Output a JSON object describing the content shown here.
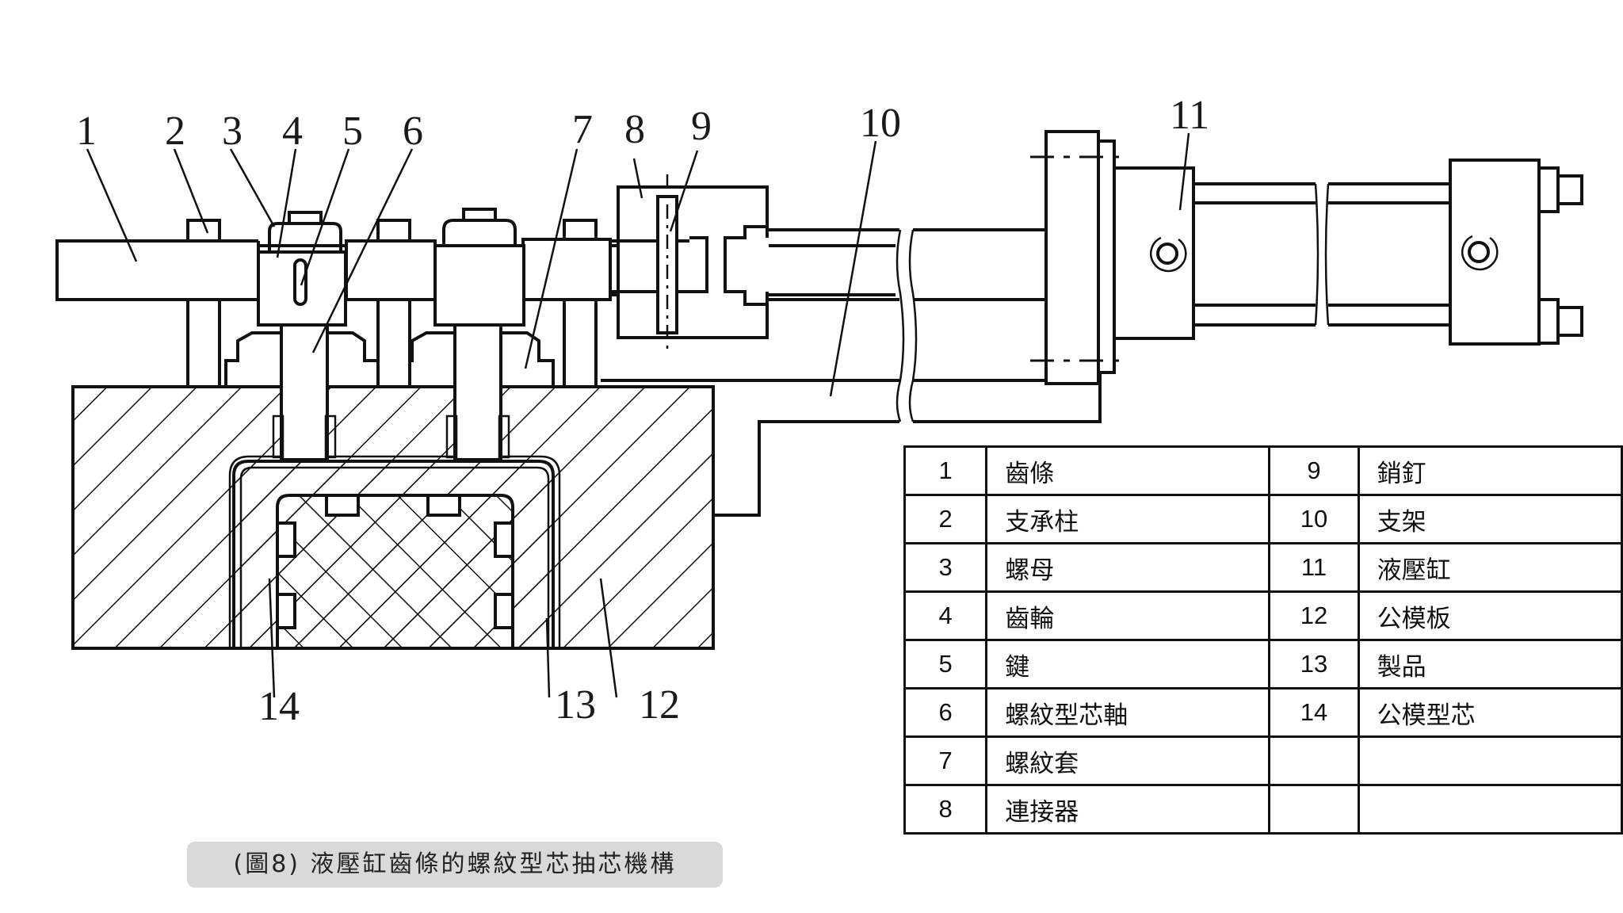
{
  "figure": {
    "caption": "(圖8) 液壓缸齒條的螺紋型芯抽芯機構",
    "callouts": [
      {
        "number": "1"
      },
      {
        "number": "2"
      },
      {
        "number": "3"
      },
      {
        "number": "4"
      },
      {
        "number": "5"
      },
      {
        "number": "6"
      },
      {
        "number": "7"
      },
      {
        "number": "8"
      },
      {
        "number": "9"
      },
      {
        "number": "10"
      },
      {
        "number": "11"
      },
      {
        "number": "12"
      },
      {
        "number": "13"
      },
      {
        "number": "14"
      }
    ]
  },
  "parts_table": {
    "rows": [
      {
        "left_no": "1",
        "left_name": "齒條",
        "right_no": "9",
        "right_name": "銷釘"
      },
      {
        "left_no": "2",
        "left_name": "支承柱",
        "right_no": "10",
        "right_name": "支架"
      },
      {
        "left_no": "3",
        "left_name": "螺母",
        "right_no": "11",
        "right_name": "液壓缸"
      },
      {
        "left_no": "4",
        "left_name": "齒輪",
        "right_no": "12",
        "right_name": "公模板"
      },
      {
        "left_no": "5",
        "left_name": "鍵",
        "right_no": "13",
        "right_name": "製品"
      },
      {
        "left_no": "6",
        "left_name": "螺紋型芯軸",
        "right_no": "14",
        "right_name": "公模型芯"
      },
      {
        "left_no": "7",
        "left_name": "螺紋套",
        "right_no": "",
        "right_name": ""
      },
      {
        "left_no": "8",
        "left_name": "連接器",
        "right_no": "",
        "right_name": ""
      }
    ]
  }
}
